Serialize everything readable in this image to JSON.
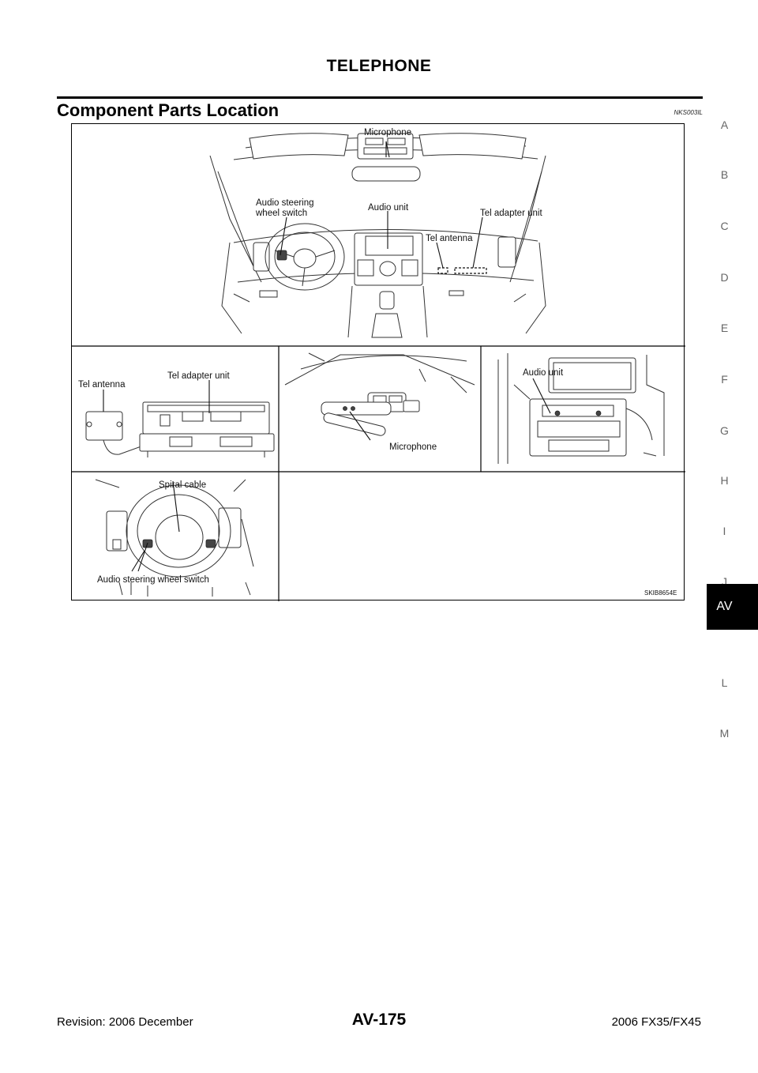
{
  "header": {
    "title": "TELEPHONE"
  },
  "section": {
    "title": "Component Parts Location",
    "code": "NKS003IL"
  },
  "figure": {
    "main_labels": {
      "microphone": "Microphone",
      "audio_steering": "Audio steering",
      "wheel_switch": "wheel switch",
      "audio_unit": "Audio unit",
      "tel_adapter": "Tel adapter unit",
      "tel_antenna": "Tel antenna"
    },
    "panel_left_labels": {
      "tel_antenna": "Tel antenna",
      "tel_adapter": "Tel adapter unit"
    },
    "panel_mid_labels": {
      "microphone": "Microphone"
    },
    "panel_right_labels": {
      "audio_unit": "Audio unit"
    },
    "panel_bottom_labels": {
      "spiral_cable": "Spiral cable",
      "audio_switch": "Audio steering wheel switch"
    },
    "image_code": "SKIB8654E"
  },
  "side_index": [
    "A",
    "B",
    "C",
    "D",
    "E",
    "F",
    "G",
    "H",
    "I",
    "J",
    "AV",
    "L",
    "M"
  ],
  "side_index_active": "AV",
  "footer": {
    "revision": "Revision: 2006 December",
    "page": "AV-175",
    "model": "2006 FX35/FX45"
  }
}
